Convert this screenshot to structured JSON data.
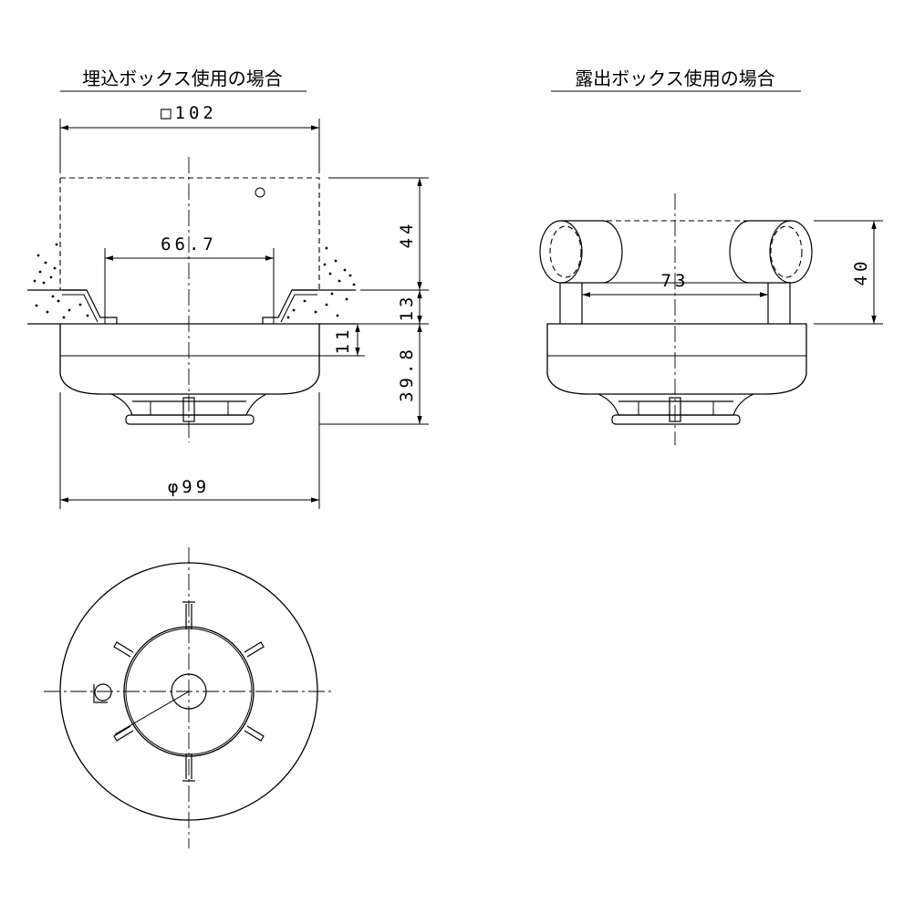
{
  "titles": {
    "embedded": "埋込ボックス使用の場合",
    "exposed": "露出ボックス使用の場合"
  },
  "dims": {
    "box_width": "□102",
    "span_66": "66.7",
    "h_44": "44",
    "h_13": "13",
    "h_11": "11",
    "h_398": "39.8",
    "dia_99": "φ99",
    "span_73": "73",
    "h_40": "40"
  }
}
